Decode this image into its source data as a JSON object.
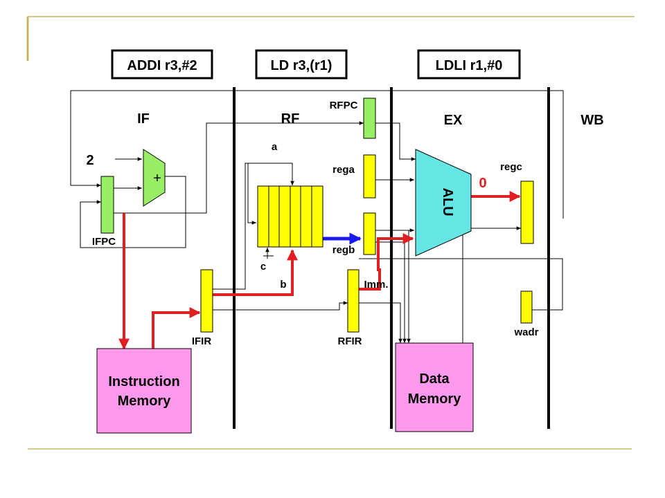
{
  "instructions": {
    "if": "ADDI r3,#2",
    "rf": "LD r3,(r1)",
    "ex": "LDLI r1,#0"
  },
  "stages": {
    "if": "IF",
    "rf": "RF",
    "ex": "EX",
    "wb": "WB"
  },
  "registers": {
    "rfpc": "RFPC",
    "rega": "rega",
    "regb": "regb",
    "regc": "regc",
    "ifpc": "IFPC",
    "ifir": "IFIR",
    "rfir": "RFIR",
    "wadr": "wadr"
  },
  "register_file_ports": {
    "a": "a",
    "b": "b",
    "c": "c"
  },
  "adder": {
    "constant": "2",
    "symbol": "+"
  },
  "alu": {
    "label": "ALU",
    "output_value": "0"
  },
  "imm_label": "Imm.",
  "memories": {
    "instruction": {
      "line1": "Instruction",
      "line2": "Memory"
    },
    "data": {
      "line1": "Data",
      "line2": "Memory"
    }
  },
  "colors": {
    "frame_accent": "#c8b560",
    "green_register": "#99ee66",
    "yellow_register": "#ffff00",
    "memory": "#ff99ee",
    "alu": "#66e5e5",
    "active_path": "#e02020",
    "regb_path": "#1a1aee"
  }
}
